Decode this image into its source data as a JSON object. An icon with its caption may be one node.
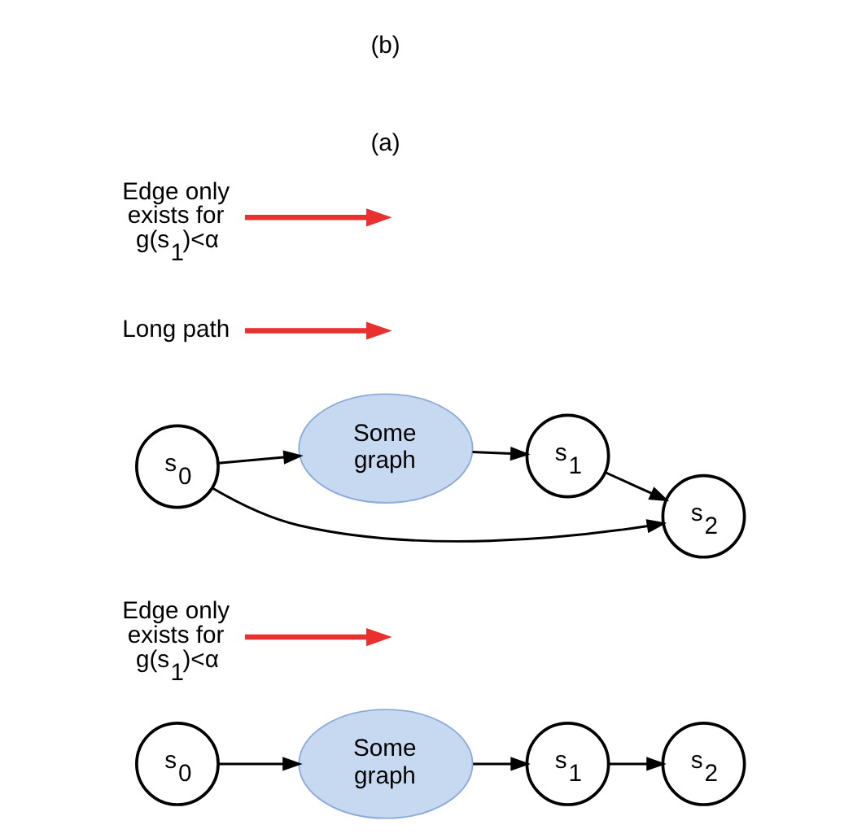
{
  "diagram": {
    "nodes": [
      {
        "text": [
          "s$_{0}$"
        ]
      },
      {
        "text": [
          "Some graph"
        ]
      },
      {
        "text": [
          "s$_{1}$"
        ]
      },
      {
        "text": [
          "s$_{2}$"
        ]
      },
      {
        "text": [
          "Edge only exists for g(s$_{1}$)<α"
        ]
      },
      {
        "text": [
          "s$_{0}$"
        ]
      },
      {
        "text": [
          "Some graph"
        ]
      },
      {
        "text": [
          "s$_{1}$"
        ]
      },
      {
        "text": [
          "s$_{2}$"
        ]
      },
      {
        "text": [
          "Long path"
        ]
      },
      {
        "text": [
          "Edge only exists for g(s$_{1}$)<α"
        ]
      }
    ],
    "edges": [
      {
        "from": 0,
        "to": 1,
        "arrow": "to"
      },
      {
        "from": 1,
        "to": 2,
        "arrow": "to"
      },
      {
        "from": 2,
        "to": 3,
        "arrow": "to"
      },
      {
        "from": 4,
        "to": null,
        "arrow": "to",
        "style": "thick",
        "color": "#e8312f"
      },
      {
        "from": 5,
        "to": 6,
        "arrow": "to"
      },
      {
        "from": 6,
        "to": 7,
        "arrow": "to"
      },
      {
        "from": 7,
        "to": 8,
        "arrow": "to"
      },
      {
        "from": 5,
        "to": 8,
        "arrow": "to"
      },
      {
        "from": 9,
        "to": null,
        "arrow": "to",
        "style": "thick",
        "color": "#e8312f"
      },
      {
        "from": 10,
        "to": null,
        "arrow": "to",
        "style": "thick",
        "color": "#e8312f"
      }
    ],
    "labels": [
      "(a)",
      "(b)"
    ]
  }
}
